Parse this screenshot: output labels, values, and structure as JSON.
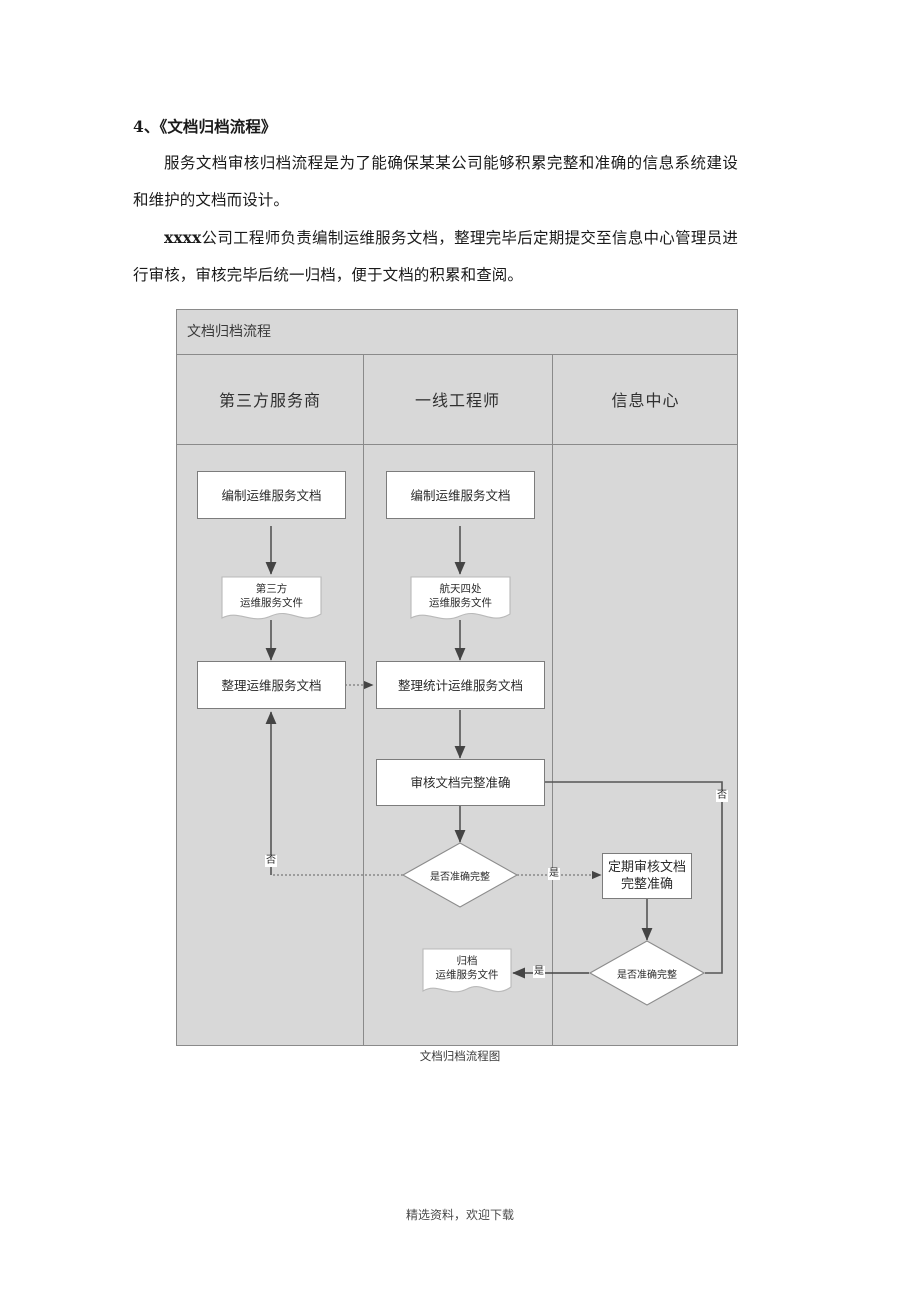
{
  "document": {
    "heading": "4、《文档归档流程》",
    "paragraphs": [
      "服务文档审核归档流程是为了能确保某某公司能够积累完整和准确的信息系统建设和维护的文档而设计。",
      "公司工程师负责编制运维服务文档，整理完毕后定期提交至信息中心管理员进行审核，审核完毕后统一归档，便于文档的积累和查阅。"
    ],
    "paragraph2_prefix": "xxxx",
    "caption": "文档归档流程图",
    "footer": "精选资料，欢迎下载"
  },
  "flowchart": {
    "title": "文档归档流程",
    "lanes": [
      {
        "label": "第三方服务商"
      },
      {
        "label": "一线工程师"
      },
      {
        "label": "信息中心"
      }
    ],
    "nodes": [
      {
        "id": "n1",
        "type": "process",
        "label": "编制运维服务文档",
        "lane": 0
      },
      {
        "id": "n2",
        "type": "document",
        "label_line1": "第三方",
        "label_line2": "运维服务文件",
        "lane": 0
      },
      {
        "id": "n3",
        "type": "process",
        "label": "整理运维服务文档",
        "lane": 0
      },
      {
        "id": "n4",
        "type": "process",
        "label": "编制运维服务文档",
        "lane": 1
      },
      {
        "id": "n5",
        "type": "document",
        "label_line1": "航天四处",
        "label_line2": "运维服务文件",
        "lane": 1
      },
      {
        "id": "n6",
        "type": "process",
        "label": "整理统计运维服务文档",
        "lane": 1
      },
      {
        "id": "n7",
        "type": "process",
        "label": "审核文档完整准确",
        "lane": 1
      },
      {
        "id": "n8",
        "type": "decision",
        "label": "是否准确完整",
        "lane": 1
      },
      {
        "id": "n9",
        "type": "process",
        "label_line1": "定期审核文档",
        "label_line2": "完整准确",
        "lane": 2
      },
      {
        "id": "n10",
        "type": "decision",
        "label": "是否准确完整",
        "lane": 2
      },
      {
        "id": "n11",
        "type": "document",
        "label_line1": "归档",
        "label_line2": "运维服务文件",
        "lane": 1
      }
    ],
    "edge_labels": {
      "no_left": "否",
      "yes_mid": "是",
      "no_right": "否",
      "yes_bottom": "是"
    },
    "colors": {
      "lane_background": "#d8d8d8",
      "frame_border": "#8a8a8a",
      "node_fill": "#ffffff",
      "node_border": "#7c7c7c",
      "connector": "#555555",
      "doc_border": "#b9b9b9"
    }
  }
}
